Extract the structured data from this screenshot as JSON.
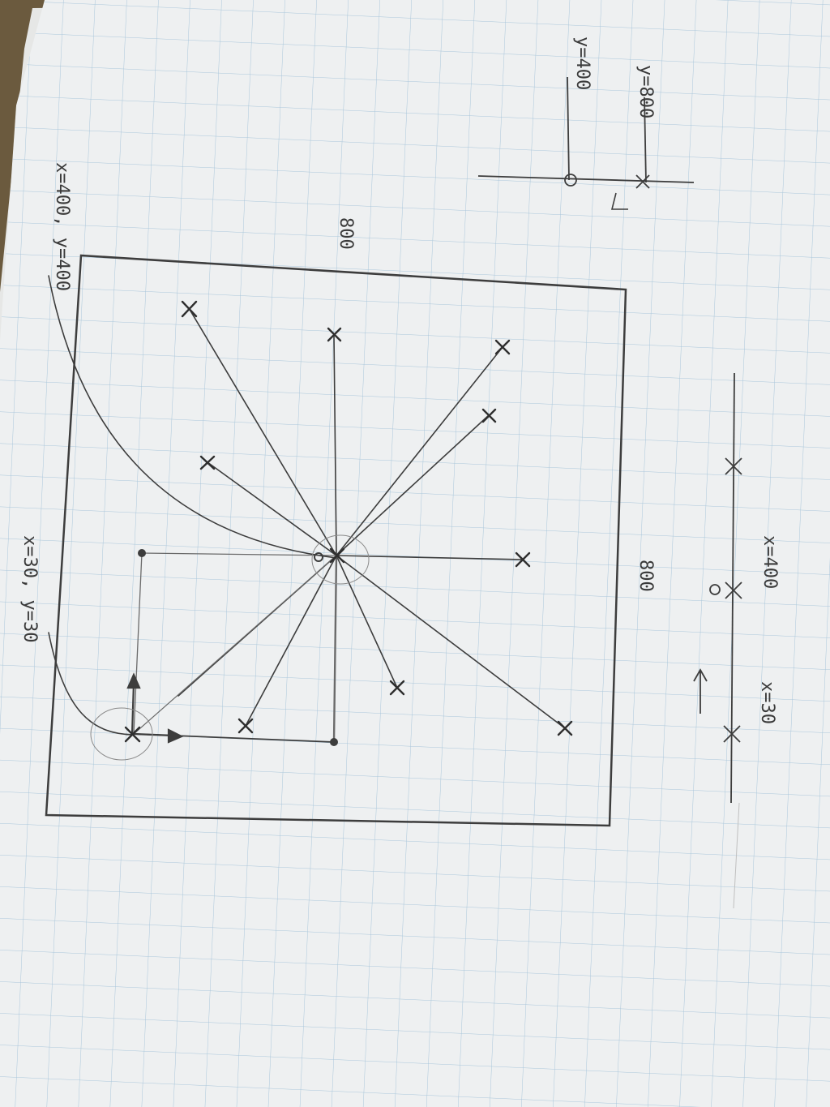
{
  "photo": {
    "subject": "pencil sketch on graph paper"
  },
  "labels": {
    "top_box": "800",
    "right_box": "800",
    "corner_top": "x=400, y=400",
    "corner_bottom": "x=30, y=30",
    "right_axis_top": "y=400",
    "right_axis_bottom": "y=800",
    "bottom_axis_mid": "x=400",
    "bottom_axis_low": "x=30"
  },
  "colors": {
    "paper": "#eef0f1",
    "grid": "#a9c6da",
    "pencil": "#3d3d3d",
    "table": "#6b5a3e"
  }
}
